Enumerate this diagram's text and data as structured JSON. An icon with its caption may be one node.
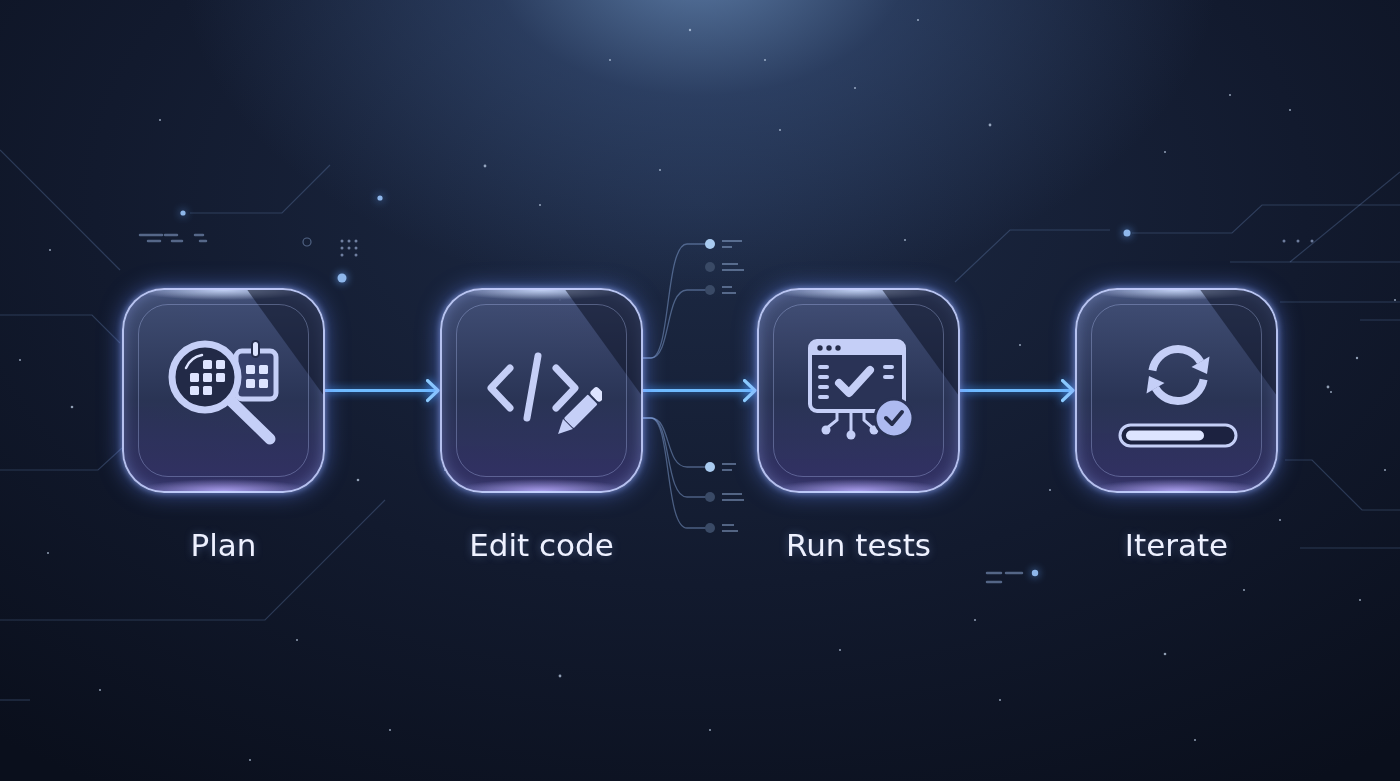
{
  "diagram": {
    "nodes": [
      {
        "text": [
          "Plan"
        ]
      },
      {
        "text": [
          "Edit code"
        ]
      },
      {
        "text": [
          "Run tests"
        ]
      },
      {
        "text": [
          "Iterate"
        ]
      }
    ],
    "edges": [
      {
        "from": 0,
        "to": 1,
        "arrow": "to"
      },
      {
        "from": 1,
        "to": 2,
        "arrow": "to"
      },
      {
        "from": 2,
        "to": 3,
        "arrow": "to"
      }
    ]
  }
}
